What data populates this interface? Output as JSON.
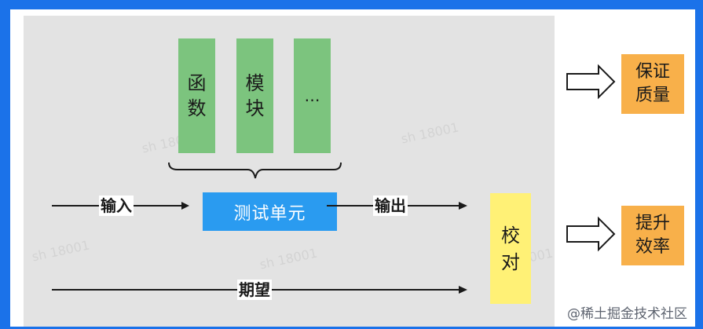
{
  "green_boxes": [
    {
      "line1": "函",
      "line2": "数"
    },
    {
      "line1": "模",
      "line2": "块"
    },
    {
      "line1": "…",
      "line2": ""
    }
  ],
  "unit_label": "测试单元",
  "input_label": "输入",
  "output_label": "输出",
  "expect_label": "期望",
  "verify": {
    "line1": "校",
    "line2": "对"
  },
  "results": [
    {
      "line1": "保证",
      "line2": "质量"
    },
    {
      "line1": "提升",
      "line2": "效率"
    }
  ],
  "watermark_text": "sh 18001",
  "credit": "@稀土掘金技术社区",
  "colors": {
    "frame": "#1b72e9",
    "panel": "#e3e3e3",
    "green": "#7cc47e",
    "unit": "#2a9bf0",
    "verify": "#fff176",
    "orange": "#f8b04a"
  }
}
